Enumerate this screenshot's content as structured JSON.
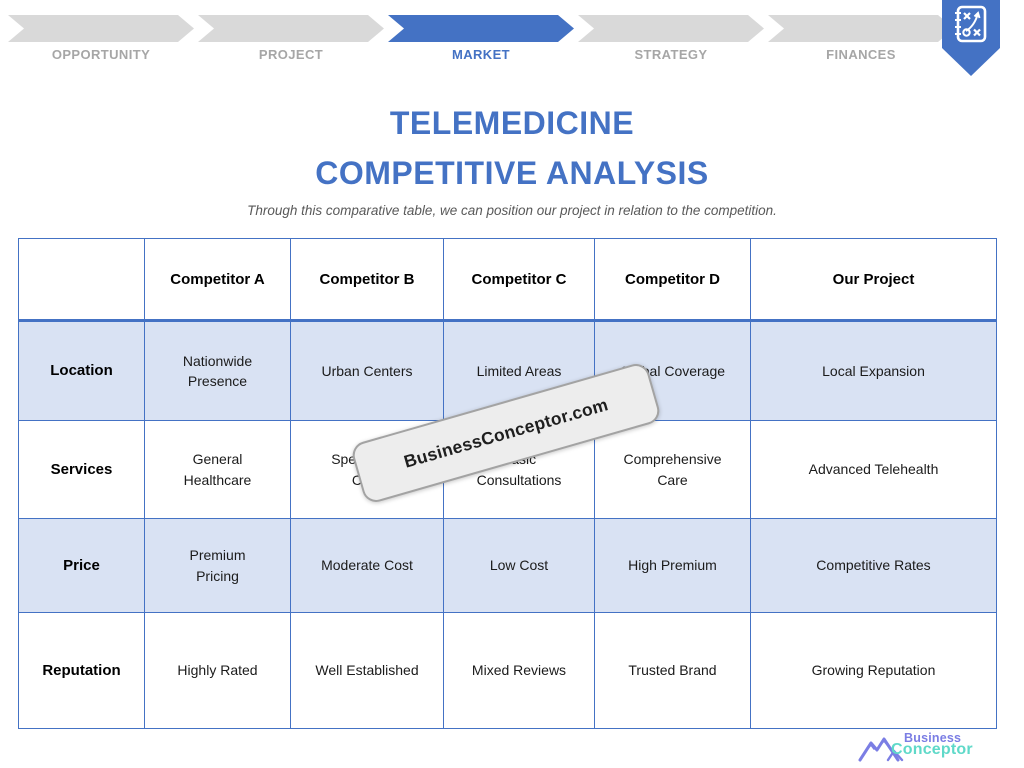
{
  "nav": {
    "steps": [
      {
        "label": "OPPORTUNITY",
        "active": false
      },
      {
        "label": "PROJECT",
        "active": false
      },
      {
        "label": "MARKET",
        "active": true
      },
      {
        "label": "STRATEGY",
        "active": false
      },
      {
        "label": "FINANCES",
        "active": false
      }
    ]
  },
  "header": {
    "title_line1": "TELEMEDICINE",
    "title_line2": "COMPETITIVE ANALYSIS",
    "subtitle": "Through this comparative table, we can position our project in relation to the competition."
  },
  "table": {
    "columns": [
      "",
      "Competitor A",
      "Competitor B",
      "Competitor C",
      "Competitor D",
      "Our Project"
    ],
    "rows": [
      {
        "label": "Location",
        "values": [
          "Nationwide Presence",
          "Urban Centers",
          "Limited Areas",
          "Global Coverage",
          "Local Expansion"
        ]
      },
      {
        "label": "Services",
        "values": [
          "General Healthcare",
          "Specialized Care",
          "Basic Consultations",
          "Comprehensive Care",
          "Advanced Telehealth"
        ]
      },
      {
        "label": "Price",
        "values": [
          "Premium Pricing",
          "Moderate Cost",
          "Low Cost",
          "High Premium",
          "Competitive Rates"
        ]
      },
      {
        "label": "Reputation",
        "values": [
          "Highly Rated",
          "Well Established",
          "Mixed Reviews",
          "Trusted Brand",
          "Growing Reputation"
        ]
      }
    ]
  },
  "watermark": {
    "text": "BusinessConceptor.com"
  },
  "logo": {
    "line1": "Business",
    "line2": "Conceptor"
  },
  "icons": {
    "top_right": "strategy-playbook-pennant-icon",
    "logo_mark": "mountains-icon"
  },
  "colors": {
    "accent_blue": "#4472C4",
    "row_alt_blue": "#D9E2F3",
    "chevron_gray": "#D9D9D9",
    "label_gray": "#A6A6A6",
    "subtitle_gray": "#595959",
    "logo_purple": "#7B7EE4",
    "logo_teal": "#5FD9C9"
  }
}
